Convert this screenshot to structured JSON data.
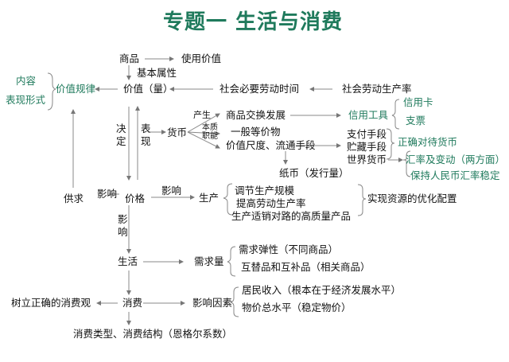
{
  "title": "专题一  生活与消费",
  "colors": {
    "accent": "#1f7a5c",
    "text": "#111111",
    "line": "#6b6b6b"
  },
  "nodes": {
    "commodity": "商品",
    "use_value": "使用价值",
    "basic_attr": "基本属性",
    "value": "价值（量）",
    "law_of_value": "价值规律",
    "content": "内容",
    "form": "表现形式",
    "social_necessary_time": "社会必要劳动时间",
    "social_productivity": "社会劳动生产率",
    "decide": "决定",
    "express": "表现",
    "currency": "货币",
    "origin": "产生",
    "essence": "本质",
    "function": "职能",
    "exchange_dev": "商品交换发展",
    "general_equiv": "一般等价物",
    "measure_circ": "价值尺度、流通手段",
    "paper_money": "纸币（发行量）",
    "credit_tools": "信用工具",
    "credit_card": "信用卡",
    "cheque": "支票",
    "payment": "支付手段",
    "storage": "贮藏手段",
    "world_money": "世界货币",
    "correct_view_money": "正确对待货币",
    "exchange_rate": "汇率及变动（两方面）",
    "keep_rmb_stable": "保持人民币汇率稳定",
    "supply_demand": "供求",
    "influence1": "影响",
    "price": "价格",
    "influence2": "影响",
    "production": "生产",
    "adjust_scale": "调节生产规模",
    "raise_productivity": "提高劳动生产率",
    "quality_products": "生产适销对路的高质量产品",
    "optimize": "实现资源的优化配置",
    "influence3": "影响",
    "life": "生活",
    "demand_qty": "需求量",
    "elasticity": "需求弹性（不同商品）",
    "substitutes": "互替品和互补品（相关商品）",
    "consumption": "消费",
    "consumption_view": "树立正确的消费观",
    "factors": "影响因素",
    "income": "居民收入（根本在于经济发展水平）",
    "price_level": "物价总水平（稳定物价）",
    "types_structure": "消费类型、消费结构（恩格尔系数）"
  }
}
